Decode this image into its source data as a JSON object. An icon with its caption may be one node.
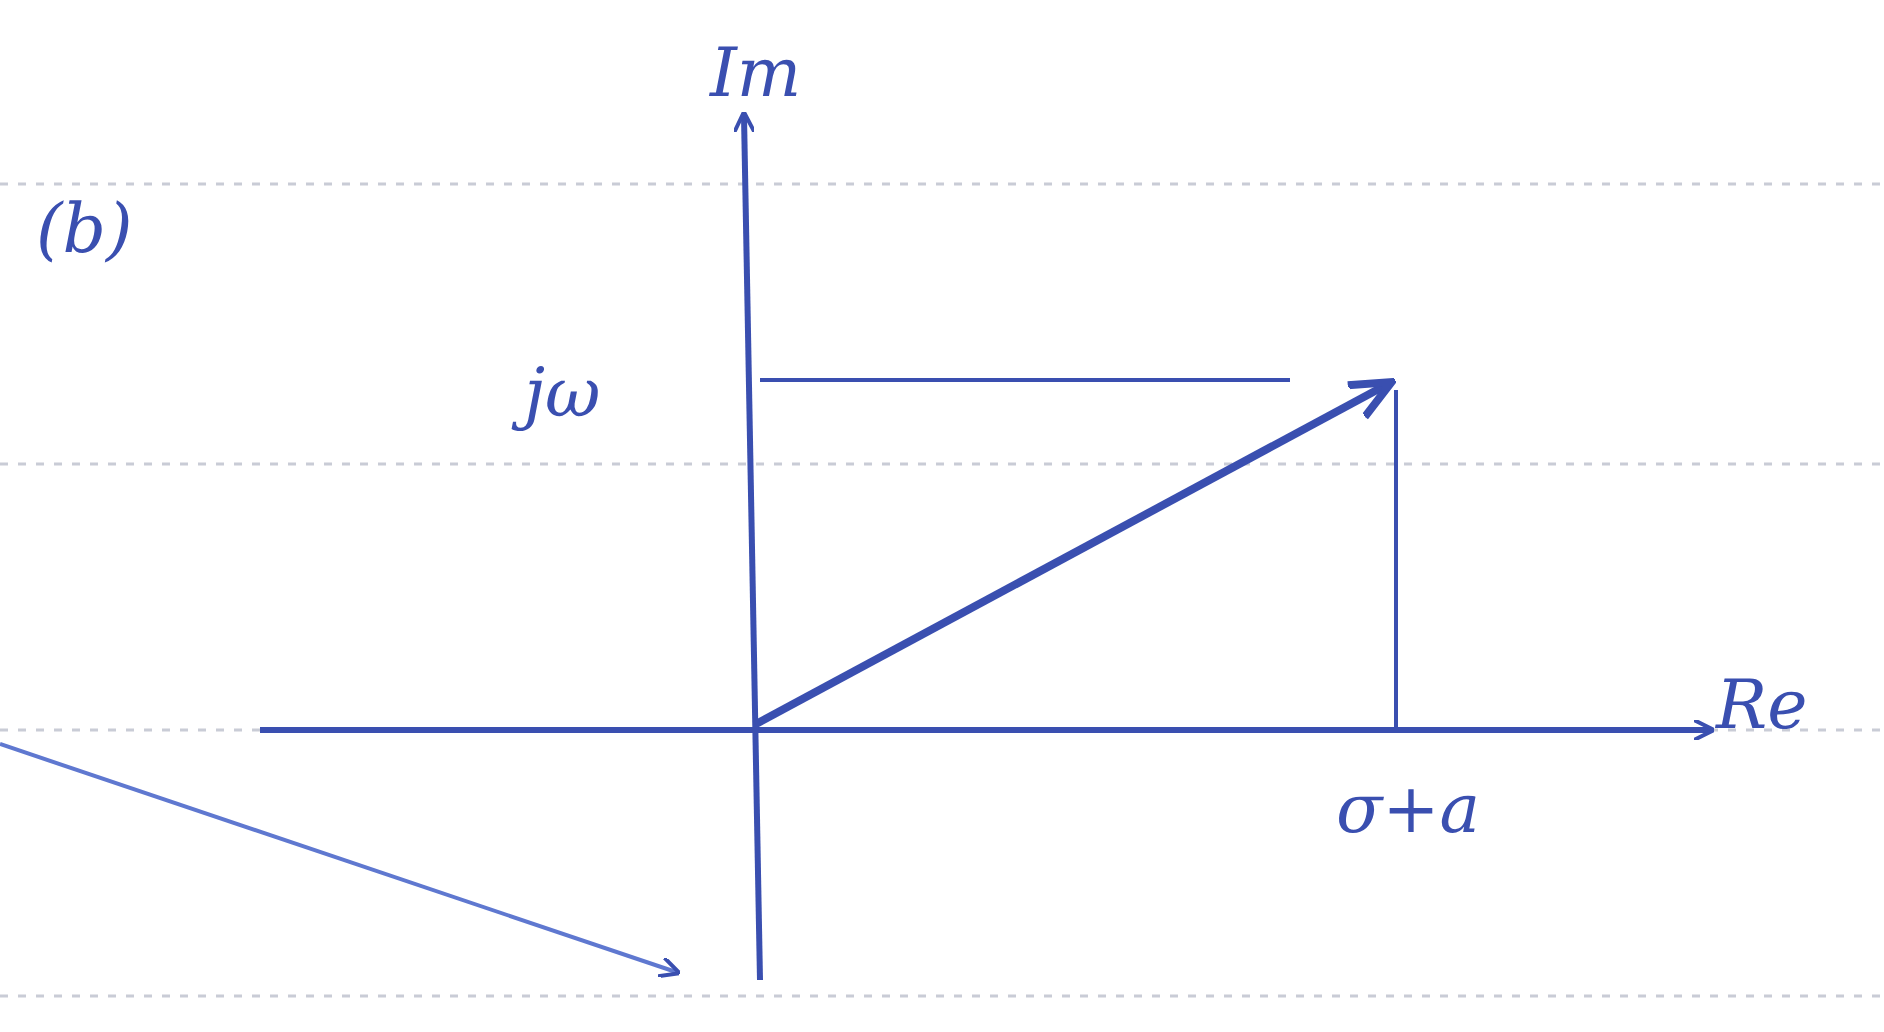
{
  "diagram": {
    "labels": [
      "(b)",
      "Im",
      "jω",
      "Re",
      "σ+a"
    ]
  }
}
